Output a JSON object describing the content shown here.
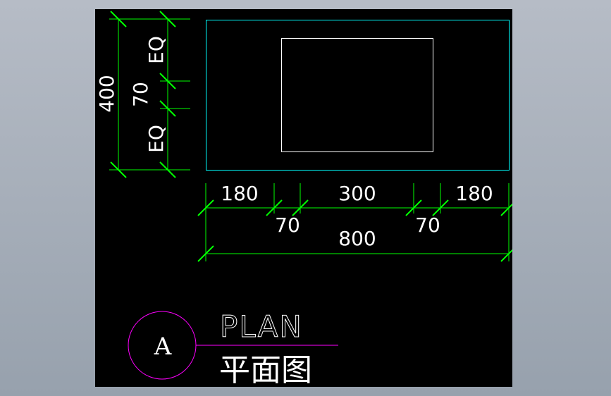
{
  "drawing": {
    "vertical_dims": {
      "total": "400",
      "upper": "EQ",
      "middle": "70",
      "lower": "EQ"
    },
    "horizontal_dims": {
      "left": "180",
      "center": "300",
      "right": "180",
      "gap_left": "70",
      "gap_right": "70",
      "total": "800"
    },
    "title": {
      "marker": "A",
      "english": "PLAN",
      "chinese": "平面图"
    },
    "colors": {
      "background": "#000000",
      "dimension_line": "#00ff00",
      "outline": "#00ffff",
      "inner_rect": "#ffffff",
      "title_marker": "#ff00ff",
      "text": "#ffffff"
    }
  }
}
